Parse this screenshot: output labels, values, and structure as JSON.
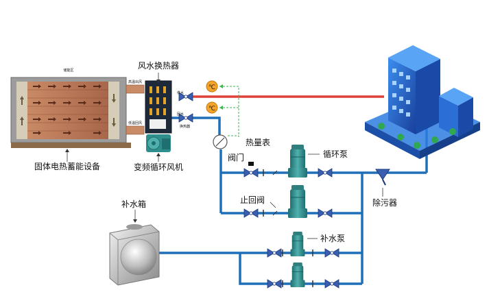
{
  "labels": {
    "storage_device": "固体电热蓄能设备",
    "storage_top_tag": "储能区",
    "heat_exchanger": "风水换热器",
    "fan": "变频循环风机",
    "heat_meter": "热量表",
    "valve": "阀门",
    "circulation_pump": "循环泵",
    "check_valve": "止回阀",
    "strainer": "除污器",
    "makeup_tank": "补水箱",
    "makeup_pump": "补水泵",
    "supply_water": "供水",
    "return_water": "回水",
    "exchanger_tag": "换热器",
    "air_out_tag": "高温出风",
    "air_in_tag": "低温回风",
    "temp_symbol": "℃"
  },
  "colors": {
    "supply_pipe": "#e0413a",
    "return_pipe": "#1f6fb8",
    "signal_line": "#3fb34f",
    "valve": "#3a5fb0",
    "pump": "#2f8f8f",
    "brick": "#b5714f",
    "building": "#2a63c9"
  },
  "icons": [
    "thermometer-icon",
    "heat-meter-icon",
    "valve-icon",
    "check-valve-icon",
    "pump-icon",
    "strainer-icon",
    "tank-icon",
    "building-icon",
    "fan-icon"
  ]
}
